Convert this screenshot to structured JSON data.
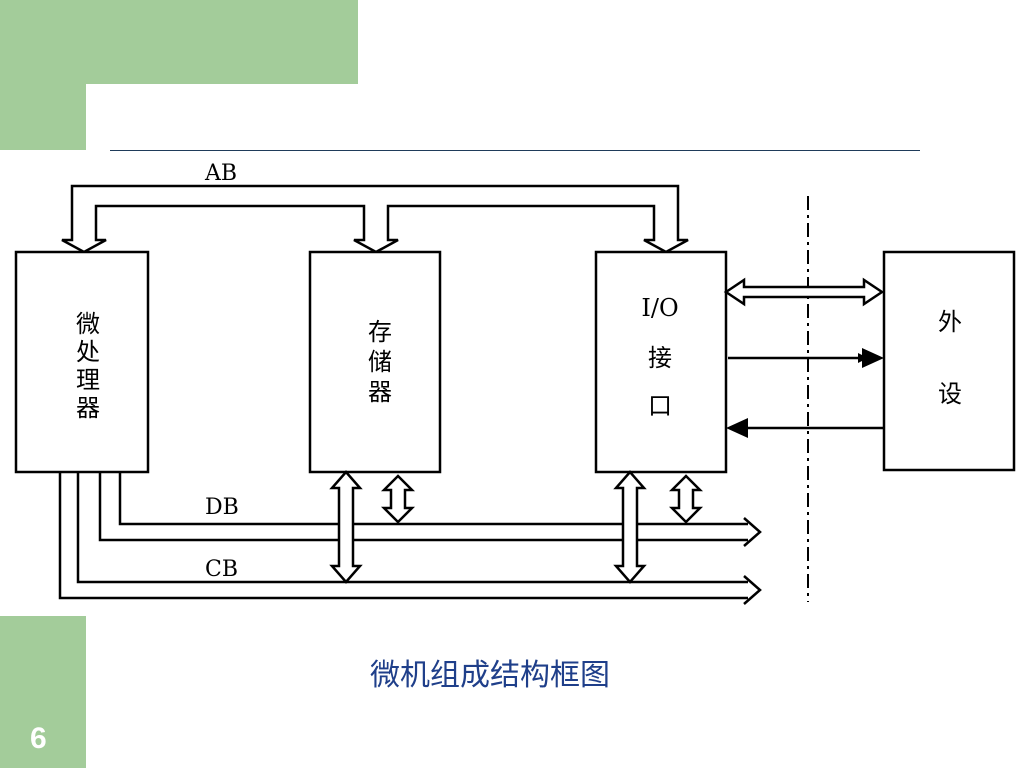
{
  "slide": {
    "page_number": "6",
    "caption": "微机组成结构框图"
  },
  "diagram": {
    "bus_labels": {
      "ab": "AB",
      "db": "DB",
      "cb": "CB"
    },
    "blocks": {
      "cpu": [
        "微",
        "处",
        "理",
        "器"
      ],
      "memory": [
        "存",
        "储",
        "器"
      ],
      "io": [
        "I/O",
        "接",
        "口"
      ],
      "peripheral": [
        "外",
        "设"
      ]
    }
  },
  "colors": {
    "accent": "#a3cc9a",
    "caption": "#1f3f8a",
    "rule": "#1f3b5a"
  }
}
